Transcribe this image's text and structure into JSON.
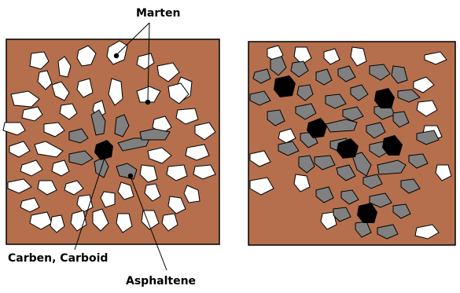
{
  "labels": {
    "marten": "Marten",
    "carben_carboid": "Carben, Carboid",
    "asphaltene": "Asphaltene"
  },
  "colors": {
    "matrix": "#b56f4d",
    "marten": "#ffffff",
    "asphaltene": "#808080",
    "carben_carboid": "#000000"
  }
}
